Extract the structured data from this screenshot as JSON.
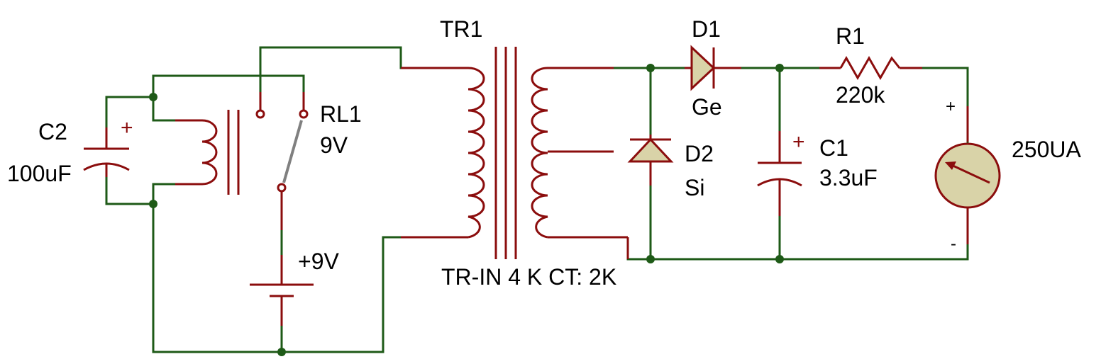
{
  "colors": {
    "wire": "#1e5a17",
    "component": "#8b0d0d",
    "meter_fill": "#d9d3a8",
    "diode_fill": "#d9d3a8",
    "contact": "#8b0d0d",
    "switch_arm": "#808080"
  },
  "components": {
    "transformer": {
      "ref": "TR1",
      "value": "TR-IN 4 K CT: 2K"
    },
    "relay": {
      "ref": "RL1",
      "value": "9V"
    },
    "c2": {
      "ref": "C2",
      "value": "100uF",
      "polarity": "+"
    },
    "battery": {
      "value": "+9V"
    },
    "d1": {
      "ref": "D1",
      "value": "Ge"
    },
    "d2": {
      "ref": "D2",
      "value": "Si"
    },
    "c1": {
      "ref": "C1",
      "value": "3.3uF",
      "polarity": "+"
    },
    "r1": {
      "ref": "R1",
      "value": "220k"
    },
    "meter": {
      "value": "250UA",
      "plus": "+",
      "minus": "-"
    }
  }
}
